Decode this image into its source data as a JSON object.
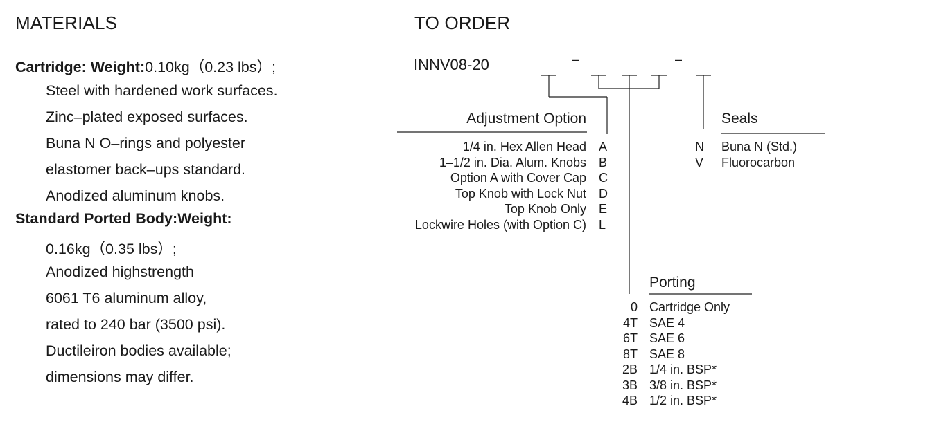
{
  "materials": {
    "heading": "MATERIALS",
    "cartridge_label": "Cartridge: Weight:",
    "cartridge_weight": "0.10kg（0.23 lbs）;",
    "cartridge_lines": [
      "Steel with hardened work surfaces.",
      "Zinc–plated exposed surfaces.",
      "Buna N O–rings and polyester",
      "elastomer back–ups standard.",
      "Anodized aluminum knobs."
    ],
    "body_label": "Standard Ported Body:Weight:",
    "body_lines": [
      "0.16kg（0.35 lbs）;",
      "Anodized highstrength",
      "6061 T6 aluminum alloy,",
      "rated to 240 bar (3500 psi).",
      "Ductileiron bodies available;",
      "dimensions may differ."
    ]
  },
  "order": {
    "heading": "TO ORDER",
    "model": "INNV08-20",
    "dash": "–",
    "adjustment": {
      "title": "Adjustment Option",
      "options": [
        {
          "label": "1/4 in. Hex Allen Head",
          "code": "A"
        },
        {
          "label": "1–1/2 in. Dia. Alum. Knobs",
          "code": "B"
        },
        {
          "label": "Option A with Cover Cap",
          "code": "C"
        },
        {
          "label": "Top Knob with Lock Nut",
          "code": "D"
        },
        {
          "label": "Top Knob Only",
          "code": "E"
        },
        {
          "label": "Lockwire Holes (with Option C)",
          "code": "L"
        }
      ]
    },
    "seals": {
      "title": "Seals",
      "options": [
        {
          "code": "N",
          "label": "Buna N (Std.)"
        },
        {
          "code": "V",
          "label": "Fluorocarbon"
        }
      ]
    },
    "porting": {
      "title": "Porting",
      "options": [
        {
          "code": "0",
          "label": "Cartridge Only"
        },
        {
          "code": "4T",
          "label": "SAE 4"
        },
        {
          "code": "6T",
          "label": "SAE 6"
        },
        {
          "code": "8T",
          "label": "SAE 8"
        },
        {
          "code": "2B",
          "label": "1/4 in. BSP*"
        },
        {
          "code": "3B",
          "label": "3/8 in. BSP*"
        },
        {
          "code": "4B",
          "label": "1/2 in. BSP*"
        }
      ]
    }
  }
}
